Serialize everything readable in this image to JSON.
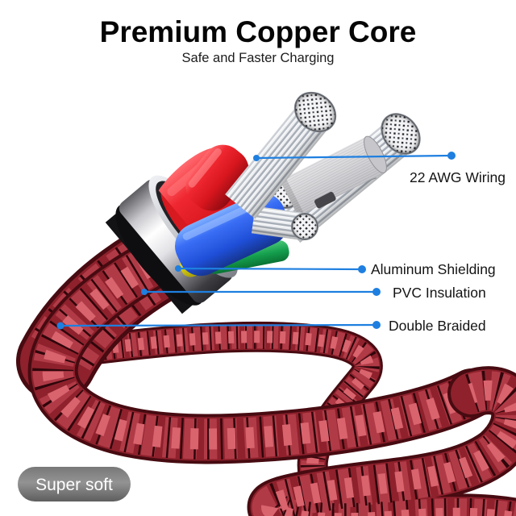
{
  "header": {
    "title": "Premium Copper Core",
    "subtitle": "Safe and Faster Charging"
  },
  "callouts": [
    {
      "id": "awg",
      "label": "22 AWG Wiring"
    },
    {
      "id": "aluminum",
      "label": "Aluminum Shielding"
    },
    {
      "id": "pvc",
      "label": "PVC Insulation"
    },
    {
      "id": "braided",
      "label": "Double Braided"
    }
  ],
  "badge": {
    "label": "Super soft"
  },
  "colors": {
    "callout_line": "#1e7fe0",
    "braid_red": "#9c2a35",
    "jacket_red": "#df1b23",
    "wire_blue": "#2d63e8",
    "wire_yellow": "#d8cc15",
    "wire_green": "#12984a",
    "metal_silver": "#cfcfd4",
    "badge_gray": "#8a8a8a",
    "text_black": "#141414"
  }
}
